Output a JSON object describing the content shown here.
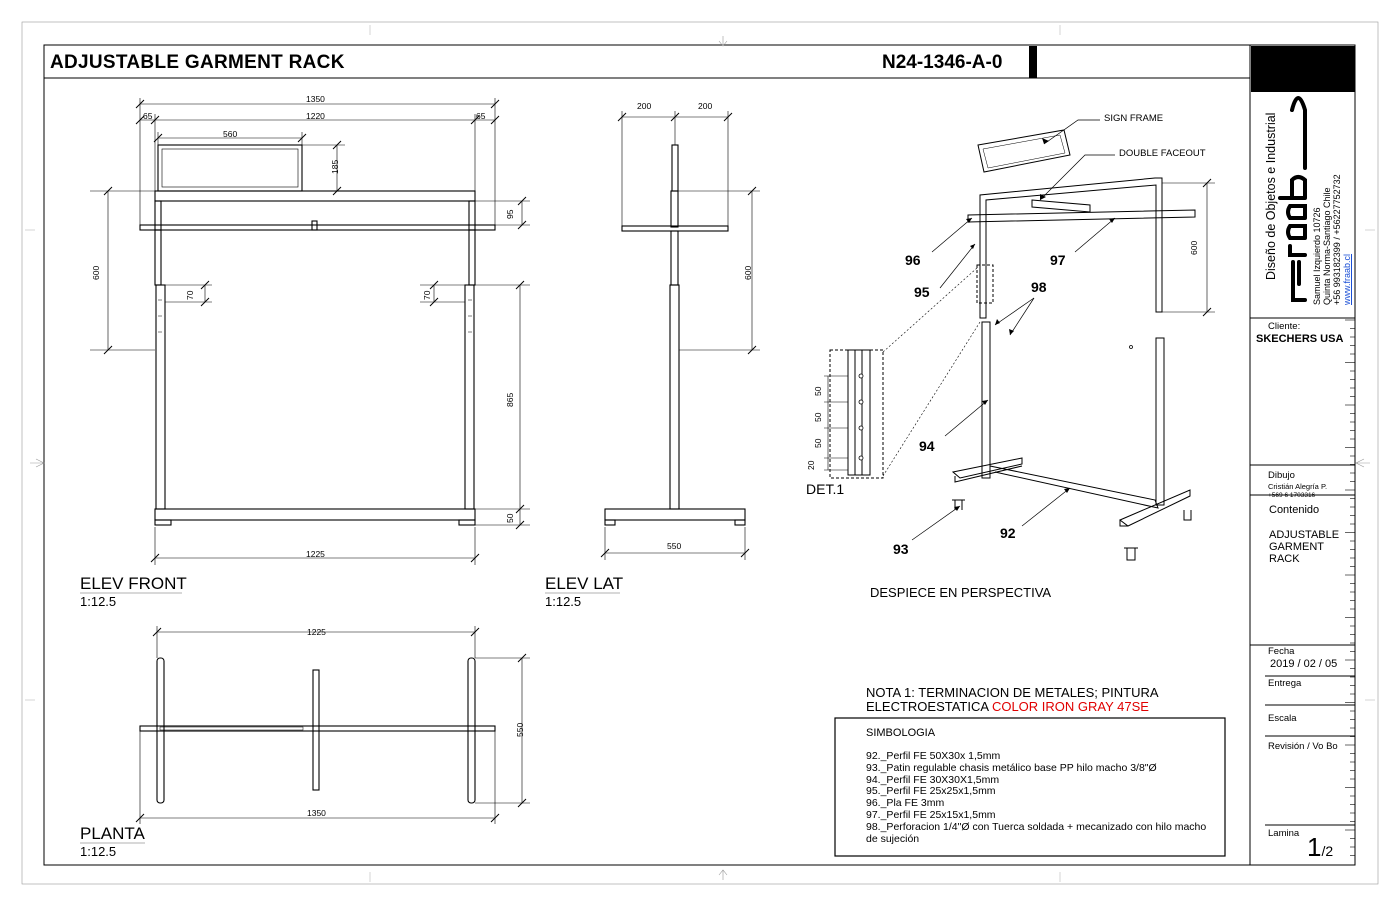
{
  "header": {
    "title": "ADJUSTABLE GARMENT RACK",
    "code": "N24-1346-A-0"
  },
  "views": {
    "front_label": "ELEV FRONT",
    "front_scale": "1:12.5",
    "side_label": "ELEV LAT",
    "side_scale": "1:12.5",
    "plan_label": "PLANTA",
    "plan_scale": "1:12.5",
    "persp_label": "DESPIECE EN PERSPECTIVA",
    "detail_label": "DET.1"
  },
  "dimensions": {
    "front": {
      "total_width": "1350",
      "inner_width": "1220",
      "left_overhang": "65",
      "right_overhang": "65",
      "sign_width": "560",
      "sign_height": "185",
      "top_bar": "95",
      "height_upper": "600",
      "step_left": "70",
      "step_right": "70",
      "lower_height": "865",
      "foot": "50",
      "base_width": "1225"
    },
    "side": {
      "left_arm": "200",
      "right_arm": "200",
      "height": "600",
      "base": "550"
    },
    "plan": {
      "top_width": "1225",
      "bottom_width": "1350",
      "depth": "550"
    },
    "persp": {
      "height": "600"
    },
    "detail": [
      "50",
      "50",
      "50",
      "20"
    ]
  },
  "callouts": {
    "sign_frame": "SIGN FRAME",
    "double_faceout": "DOUBLE FACEOUT",
    "parts": [
      "96",
      "95",
      "97",
      "98",
      "94",
      "93",
      "92"
    ]
  },
  "note": {
    "line1": "NOTA 1: TERMINACION  DE METALES; PINTURA",
    "line2_prefix": "ELECTROESTATICA ",
    "line2_color": "COLOR IRON GRAY 47SE"
  },
  "symbology": {
    "title": "SIMBOLOGIA",
    "items": [
      "92._Perfil FE 50X30x 1,5mm",
      "93._Patin regulable chasis metálico base PP hilo macho 3/8\"Ø",
      "94._Perfil FE 30X30X1,5mm",
      "95._Perfil FE 25x25x1,5mm",
      "96._Pla FE 3mm",
      "97._Perfil FE 25x15x1,5mm",
      "98._Perforacion 1/4\"Ø con Tuerca soldada + mecanizado con hilo macho",
      "de sujeción"
    ]
  },
  "title_block": {
    "company": "Diseño de Objetos e Industrial",
    "address1": "Samuel Izquierdo 10726",
    "address2": "Quinta Norma-Santiago Chile",
    "phone": "+56 993182399  /  +56227752732",
    "web": "www.fraab.cl",
    "client_label": "Cliente:",
    "client_value": "SKECHERS USA",
    "drawing_label": "Dibujo",
    "drawer_name": "Cristián Alegría P.",
    "drawer_phone": "+569 6 1703316",
    "content_label": "Contenido",
    "content_line1": "ADJUSTABLE",
    "content_line2": "GARMENT",
    "content_line3": "RACK",
    "date_label": "Fecha",
    "date_value": "2019 / 02 / 05",
    "delivery_label": "Entrega",
    "scale_label": "Escala",
    "revision_label": "Revisión  / Vo Bo",
    "sheet_label": "Lamina",
    "sheet_number": "1",
    "sheet_total": "/2"
  }
}
